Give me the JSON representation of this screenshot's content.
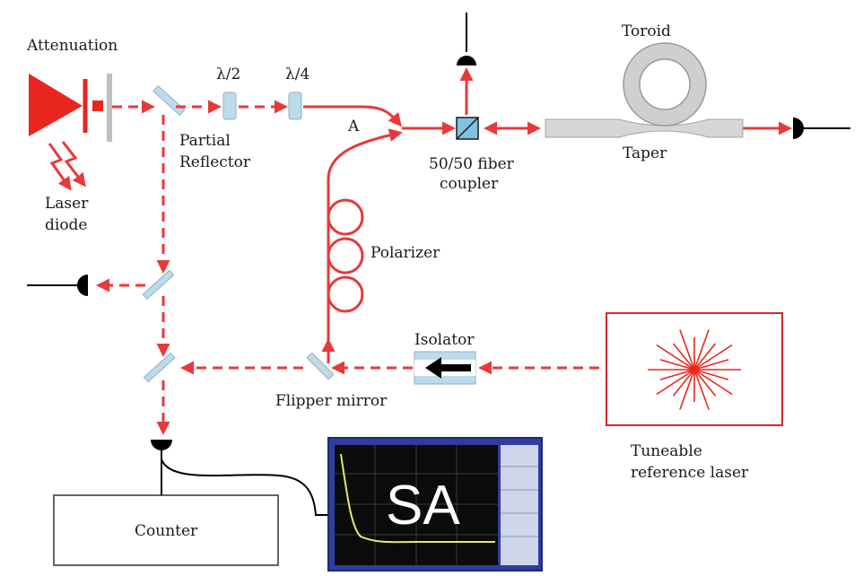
{
  "labels": {
    "attenuation": "Attenuation",
    "laser_diode_1": "Laser",
    "laser_diode_2": "diode",
    "half_wave": "λ/2",
    "quarter_wave": "λ/4",
    "point_a": "A",
    "partial_reflector_1": "Partial",
    "partial_reflector_2": "Reflector",
    "coupler_1": "50/50 fiber",
    "coupler_2": "coupler",
    "toroid": "Toroid",
    "taper": "Taper",
    "polarizer": "Polarizer",
    "isolator": "Isolator",
    "flipper_mirror": "Flipper mirror",
    "tuneable_1": "Tuneable",
    "tuneable_2": "reference laser",
    "counter": "Counter",
    "sa": "SA"
  },
  "colors": {
    "beam": "#e8393a",
    "laser": "#e8261f",
    "optic": "#bcdcec",
    "optic_edge": "#8fb2c6",
    "screen_bg": "#0b0b0b",
    "screen_frame": "#2f3e9e",
    "trace": "#e8e86a",
    "detector": "#000000"
  },
  "icons": {
    "laser": "laser-diode-icon",
    "detector": "photodetector-icon",
    "reference": "starburst-laser-icon"
  }
}
